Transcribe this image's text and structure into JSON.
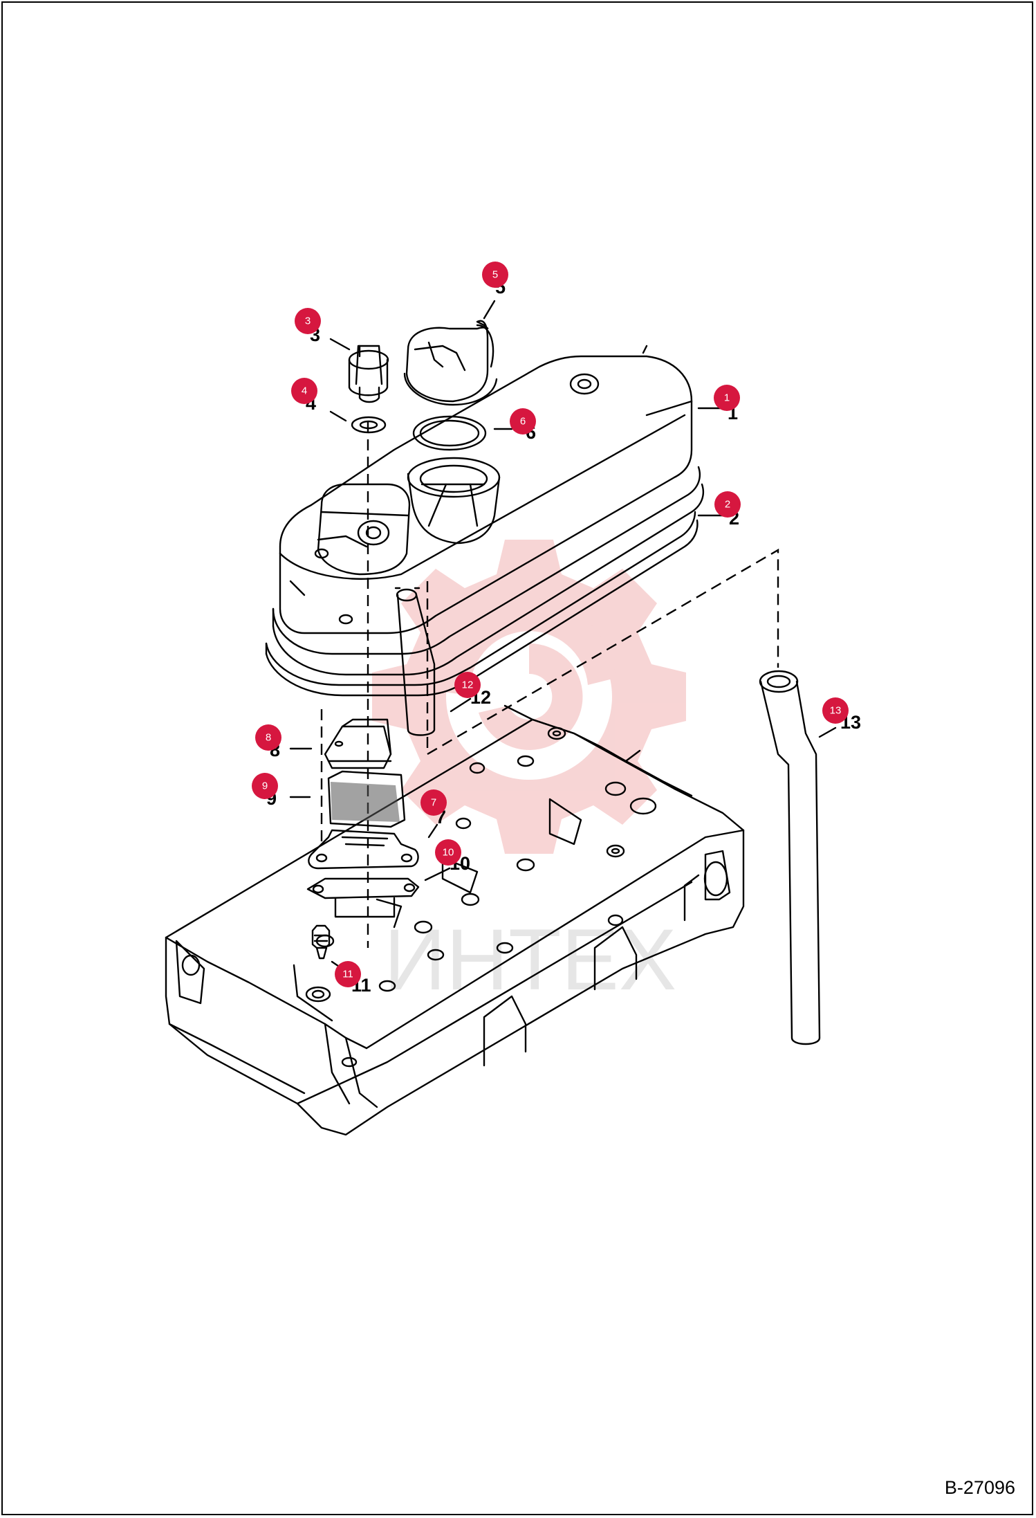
{
  "figure_id": "B-27096",
  "watermark_text": "ИНТЕХ",
  "colors": {
    "badge": "#d6173f",
    "watermark": "#f2b3b3",
    "line": "#000000"
  },
  "callouts": [
    {
      "n": "1",
      "label": "1"
    },
    {
      "n": "2",
      "label": "2"
    },
    {
      "n": "3",
      "label": "3"
    },
    {
      "n": "4",
      "label": "4"
    },
    {
      "n": "5",
      "label": "5"
    },
    {
      "n": "6",
      "label": "6"
    },
    {
      "n": "7",
      "label": "7"
    },
    {
      "n": "8",
      "label": "8"
    },
    {
      "n": "9",
      "label": "9"
    },
    {
      "n": "10",
      "label": "10"
    },
    {
      "n": "11",
      "label": "11"
    },
    {
      "n": "12",
      "label": "12"
    },
    {
      "n": "13",
      "label": "13"
    }
  ]
}
